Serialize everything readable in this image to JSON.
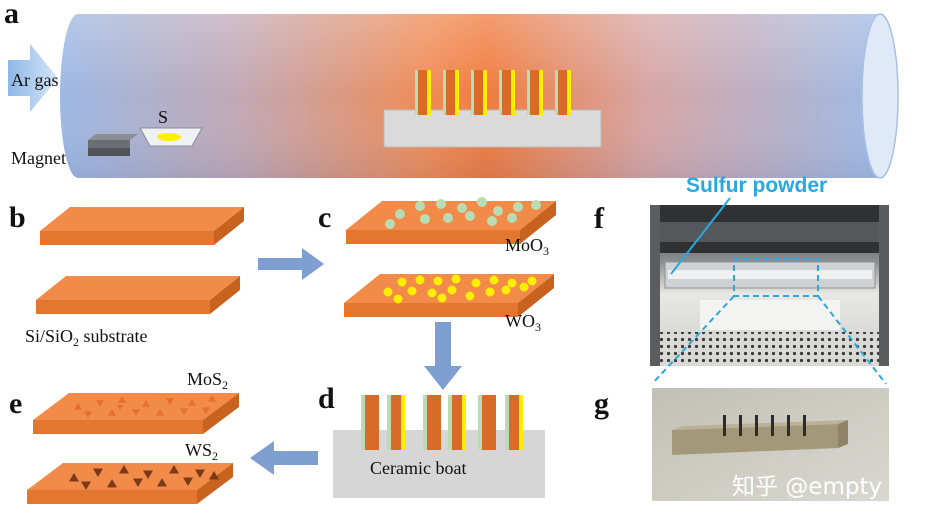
{
  "panel_letters": {
    "a": "a",
    "b": "b",
    "c": "c",
    "d": "d",
    "e": "e",
    "f": "f",
    "g": "g"
  },
  "furnace": {
    "gas_label": "Ar gas",
    "sulfur_label": "S",
    "magnet_label": "Magnet"
  },
  "substrates": {
    "substrate_label_prefix": "Si/SiO",
    "substrate_label_sub": "2",
    "substrate_label_suffix": " substrate",
    "moo3_main": "MoO",
    "moo3_sub": "3",
    "wo3_main": "WO",
    "wo3_sub": "3",
    "mos2_main": "MoS",
    "mos2_sub": "2",
    "ws2_main": "WS",
    "ws2_sub": "2",
    "ceramic_boat_label": "Ceramic boat"
  },
  "photo": {
    "sulfur_powder_label": "Sulfur powder"
  },
  "watermark": "知乎 @empty",
  "colors": {
    "substrate_top": "#f28a4a",
    "substrate_side": "#d96a28",
    "moo3_dot": "#b9dcb5",
    "wo3_dot": "#ffee00",
    "arrow": "#7e9fd0",
    "callout": "#29a8e0",
    "boat": "#d6d6d6"
  }
}
